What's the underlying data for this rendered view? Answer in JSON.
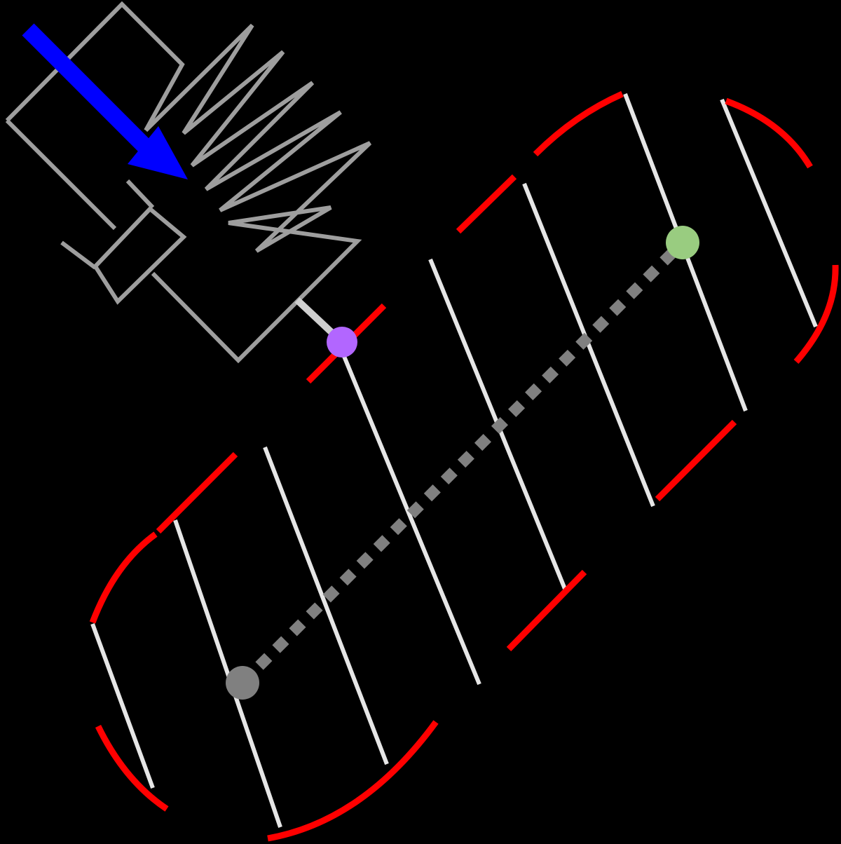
{
  "colors": {
    "background": "#000000",
    "spring_damper_stroke": "#9e9e9e",
    "connector_stroke": "#cfcfcf",
    "roller_stroke": "#e6e6e6",
    "bracket_stroke": "#ff0000",
    "force_arrow": "#0000ff",
    "centerline": "#808080",
    "node_top": "#b266ff",
    "node_right": "#99cc80",
    "node_left": "#808080"
  },
  "elements": {
    "force_arrow": {
      "name": "force-arrow",
      "icon": "arrow-down-right-icon"
    },
    "spring": {
      "name": "spring",
      "icon": "zigzag-spring-icon"
    },
    "damper": {
      "name": "damper",
      "icon": "dashpot-icon"
    },
    "centerline": {
      "name": "dashed-centerline"
    },
    "nodes": [
      {
        "name": "node-purple",
        "role": "attachment"
      },
      {
        "name": "node-green",
        "role": "end"
      },
      {
        "name": "node-gray",
        "role": "anchor"
      }
    ]
  }
}
